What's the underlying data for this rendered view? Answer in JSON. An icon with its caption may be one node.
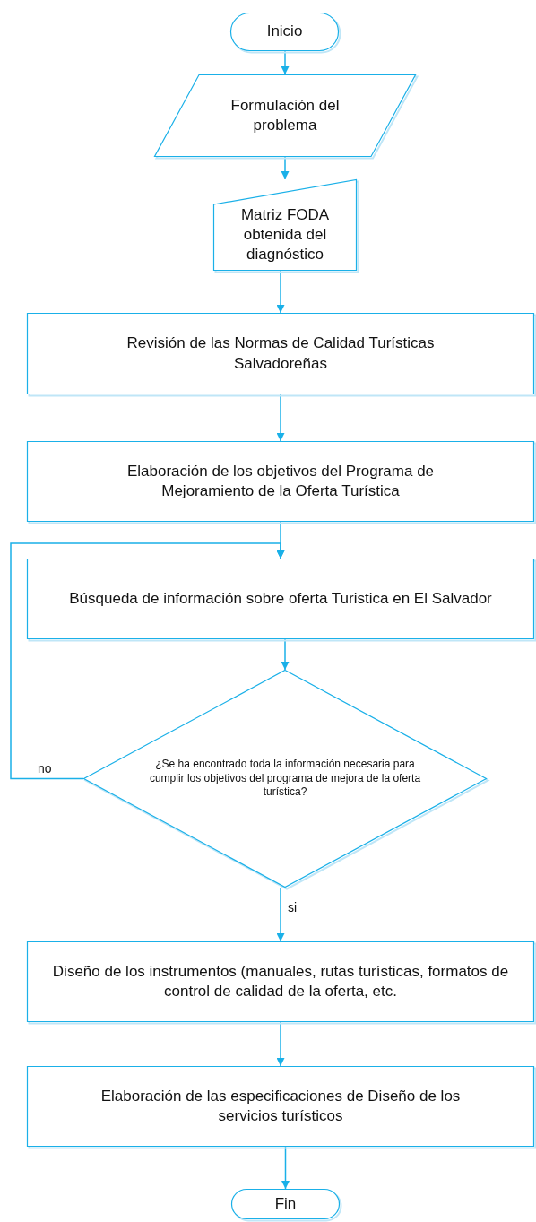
{
  "diagram": {
    "nodes": [
      {
        "text": [
          "Inicio"
        ]
      },
      {
        "text": [
          "Formulación del problema"
        ]
      },
      {
        "text": [
          "Matriz FODA obtenida del diagnóstico"
        ]
      },
      {
        "text": [
          "Revisión de las Normas de Calidad Turísticas Salvadoreñas"
        ]
      },
      {
        "text": [
          "Elaboración de los objetivos del Programa de Mejoramiento de la Oferta Turística"
        ]
      },
      {
        "text": [
          "Búsqueda de información sobre oferta Turistica en El Salvador"
        ]
      },
      {
        "text": [
          "¿Se ha encontrado toda la información necesaria para cumplir los objetivos del programa de mejora de la oferta turística?"
        ]
      },
      {
        "text": [
          "Diseño de los instrumentos (manuales, rutas turísticas, formatos de control de calidad de la oferta, etc."
        ]
      },
      {
        "text": [
          "Elaboración de las especificaciones de Diseño de los servicios turísticos"
        ]
      },
      {
        "text": [
          "Fin"
        ]
      }
    ],
    "edges": [
      {
        "from": 0,
        "to": 1,
        "arrow": "to"
      },
      {
        "from": 1,
        "to": 2,
        "arrow": "to"
      },
      {
        "from": 2,
        "to": 3,
        "arrow": "to"
      },
      {
        "from": 3,
        "to": 4,
        "arrow": "to"
      },
      {
        "from": 4,
        "to": 5,
        "arrow": "to"
      },
      {
        "from": 5,
        "to": 6,
        "arrow": "to"
      },
      {
        "from": 6,
        "to": 7,
        "arrow": "to",
        "label": "si"
      },
      {
        "from": 6,
        "to": 5,
        "arrow": "to",
        "label": "no"
      },
      {
        "from": 7,
        "to": 8,
        "arrow": "to"
      },
      {
        "from": 8,
        "to": 9,
        "arrow": "to"
      }
    ]
  }
}
